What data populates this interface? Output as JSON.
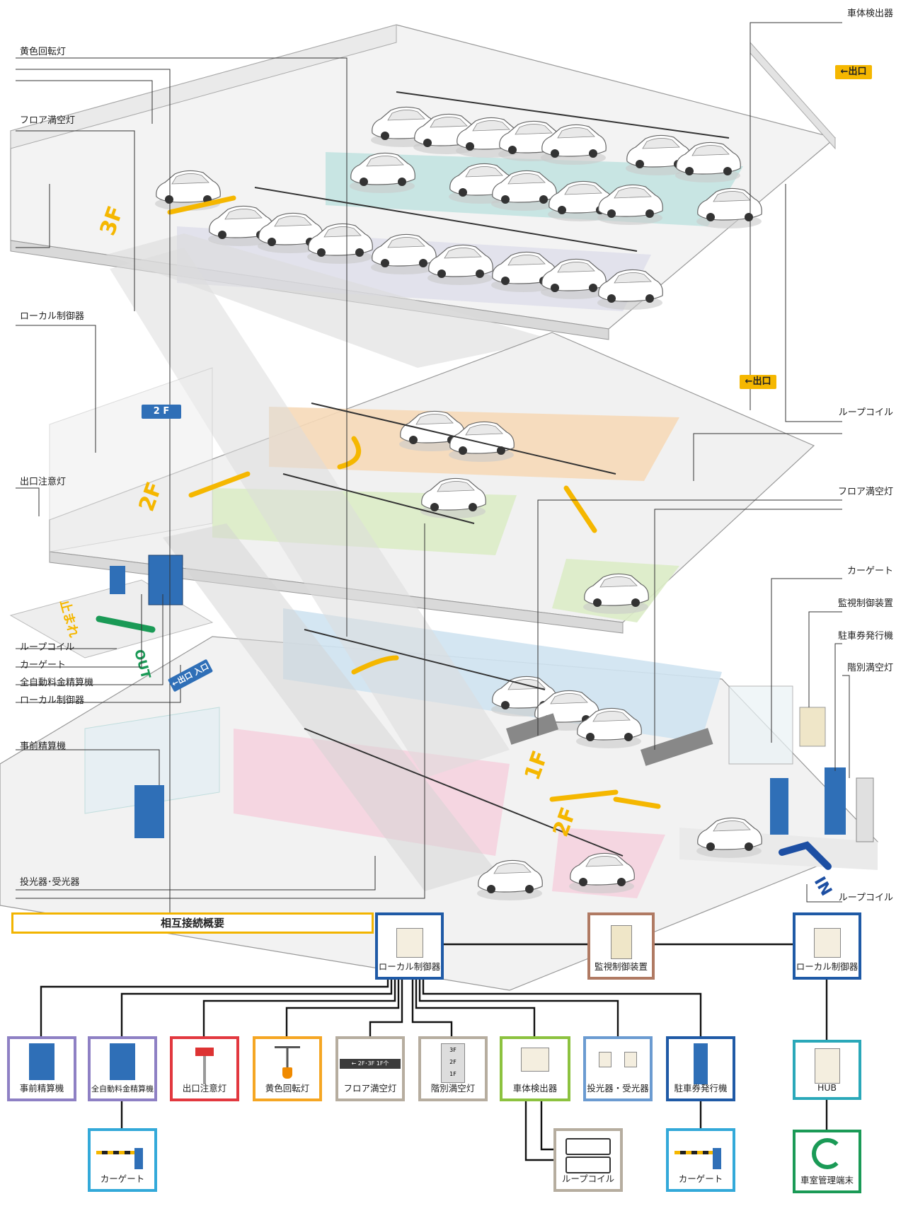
{
  "colors": {
    "yellow_box": "#f2b400",
    "blue_box": "#1f5aa6",
    "brown_box": "#b07a63",
    "purple_box": "#8e80c4",
    "red_box": "#e2383f",
    "orange_box": "#f5a623",
    "gray_box": "#b6ad9f",
    "green_box": "#8cc23f",
    "lightblue_box": "#6b9bd1",
    "cyan_box": "#33a9d9",
    "teal_box": "#2aa8b9",
    "dkgreen_box": "#1a9a56",
    "floor_orange": "#f6d9b8",
    "floor_green": "#dcecc6",
    "floor_blue": "#cfe3f1",
    "floor_pink": "#f5d3df",
    "floor_teal": "#bfe2df",
    "arrow_yellow": "#f5b700",
    "in_arrow_blue": "#1d4fa3",
    "exit_arrow_green": "#1a9a56"
  },
  "callouts": {
    "vehicle_detector": "車体検出器",
    "rotating_light": "黄色回転灯",
    "floor_full_light_top": "フロア満空灯",
    "local_controller_top": "ローカル制御器",
    "exit_warning_light": "出口注意灯",
    "loop_coil_mid": "ループコイル",
    "floor_full_light_right": "フロア満空灯",
    "loop_coil_left": "ループコイル",
    "car_gate_left": "カーゲート",
    "auto_fare_machine": "全自動料金精算機",
    "local_controller_left": "ローカル制御器",
    "prepay_machine": "事前精算機",
    "car_gate_right": "カーゲート",
    "monitor_unit": "監視制御装置",
    "ticket_machine": "駐車券発行機",
    "floor_light_right": "階別満空灯",
    "projector_receiver": "投光器･受光器",
    "loop_coil_bottom": "ループコイル"
  },
  "signs": {
    "exit_top": "←出口",
    "exit_mid": "←出口",
    "entrance": "←出口 入口",
    "floor_2f": "2 F",
    "stop": "止まれ",
    "in": "IN",
    "out": "OUT"
  },
  "floor_labels": {
    "f3": "3F",
    "f2": "2F",
    "f1": "1F",
    "f2b": "2F"
  },
  "summary_title": "相互接続概要",
  "network": {
    "local_controller_main": "ローカル制御器",
    "monitor_control": "監視制御装置",
    "local_controller_right": "ローカル制御器",
    "devices": [
      "事前精算機",
      "全自動料金精算機",
      "出口注意灯",
      "黄色回転灯",
      "フロア満空灯",
      "階別満空灯",
      "車体検出器",
      "投光器・受光器",
      "駐車券発行機"
    ],
    "car_gate_1": "カーゲート",
    "loop_coil": "ループコイル",
    "car_gate_2": "カーゲート",
    "hub": "HUB",
    "room_terminal": "車室管理端末",
    "floor_sign_text": "← 2F･3F 1F个",
    "floor_stack": [
      "3F",
      "2F",
      "1F"
    ]
  }
}
